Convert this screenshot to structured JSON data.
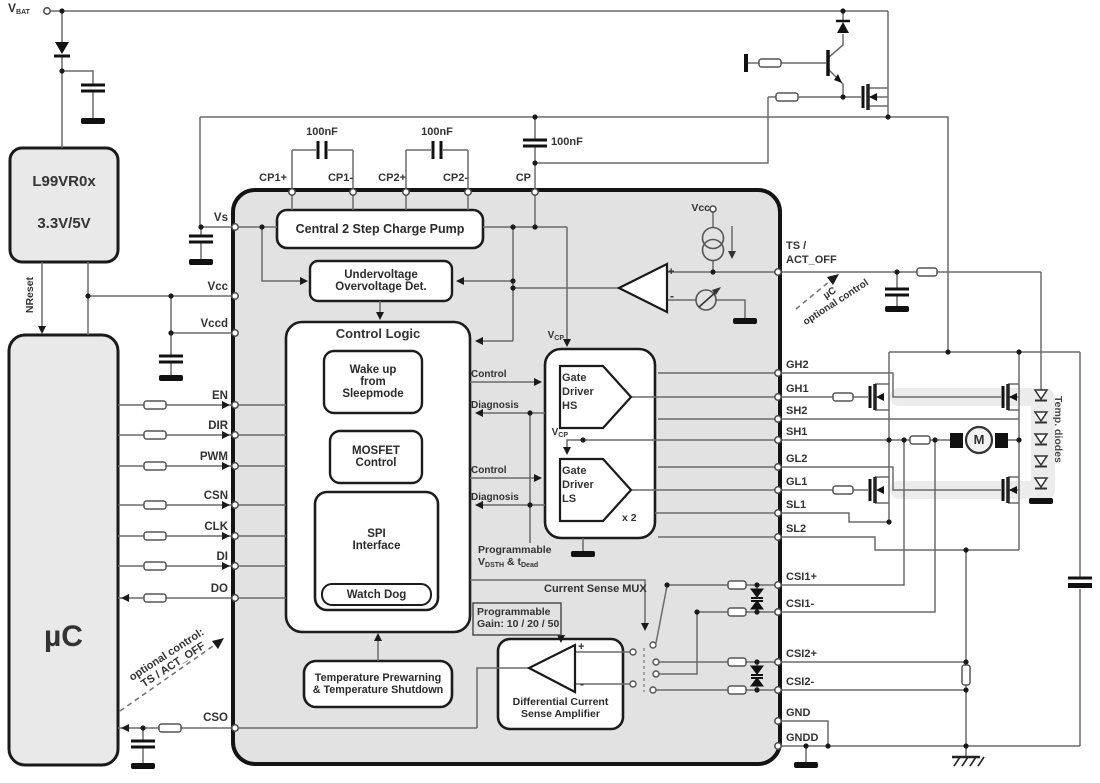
{
  "terminals": {
    "vbat_v": "V",
    "vbat_sub": "BAT"
  },
  "regulator": {
    "name": "L99VR0x",
    "output": "3.3V/5V",
    "reset": "NReset"
  },
  "uc": {
    "label": "µC",
    "optional1": "optional control:",
    "optional2": "TS / ACT_OFF"
  },
  "pins": {
    "left": [
      "Vs",
      "Vcc",
      "Vccd",
      "EN",
      "DIR",
      "PWM",
      "CSN",
      "CLK",
      "DI",
      "DO",
      "CSO"
    ],
    "top": [
      "CP1+",
      "CP1-",
      "CP2+",
      "CP2-",
      "CP"
    ],
    "right": [
      "TS /",
      "ACT_OFF",
      "GH2",
      "GH1",
      "SH2",
      "SH1",
      "GL2",
      "GL1",
      "SL1",
      "SL2",
      "CSI1+",
      "CSI1-",
      "CSI2+",
      "CSI2-",
      "GND",
      "GNDD"
    ]
  },
  "caps": [
    "100nF",
    "100nF",
    "100nF"
  ],
  "blocks": {
    "charge_pump": "Central 2 Step Charge Pump",
    "uv1": "Undervoltage",
    "uv2": "Overvoltage Det.",
    "control_logic": "Control Logic",
    "wake1": "Wake up",
    "wake2": "from",
    "wake3": "Sleepmode",
    "mos1": "MOSFET",
    "mos2": "Control",
    "spi1": "SPI",
    "spi2": "Interface",
    "watchdog": "Watch Dog",
    "gate": "Gate",
    "driver": "Driver",
    "hs": "HS",
    "ls": "LS",
    "x2": "x 2",
    "temp1": "Temperature Prewarning",
    "temp2": "& Temperature Shutdown",
    "amp1": "Differential Current",
    "amp2": "Sense Amplifier"
  },
  "signals": {
    "control": "Control",
    "diagnosis": "Diagnosis",
    "v": "V",
    "cp_sub": "CP",
    "mux": "Current Sense MUX",
    "gain1": "Programmable",
    "gain2": "Gain: 10 / 20 / 50",
    "prog1": "Programmable",
    "prog_v": "V",
    "prog_vsub": "DSTH",
    "prog_mid": " & t",
    "prog_tsub": "Dead",
    "vcc": "Vcc",
    "plus": "+",
    "minus": "-"
  },
  "annotations": {
    "uc_opt1": "µC",
    "uc_opt2": "optional control",
    "temp_diodes": "Temp. diodes",
    "motor": "M"
  }
}
